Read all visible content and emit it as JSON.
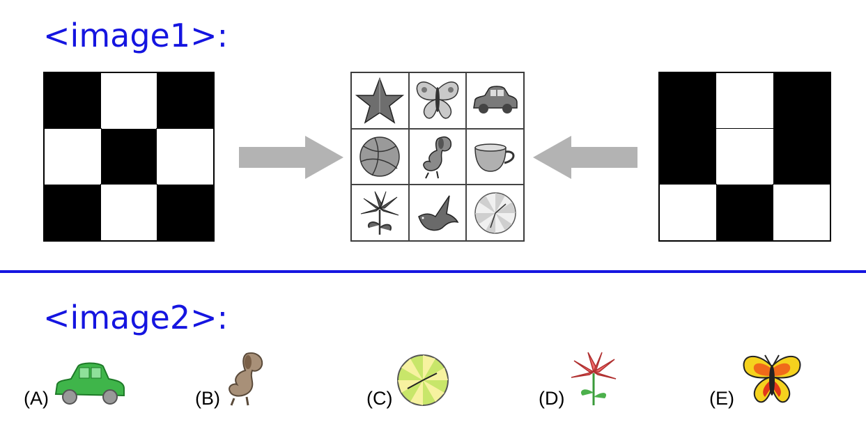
{
  "image1": {
    "label": "<image1>:",
    "left_mask": [
      [
        0,
        1,
        0
      ],
      [
        1,
        0,
        1
      ],
      [
        0,
        1,
        0
      ]
    ],
    "right_mask": [
      [
        0,
        1,
        0
      ],
      [
        0,
        1,
        0
      ],
      [
        1,
        0,
        1
      ]
    ],
    "grid_items": [
      "star",
      "butterfly",
      "car",
      "ball",
      "dog",
      "cup",
      "flower",
      "bird",
      "clock"
    ]
  },
  "image2": {
    "label": "<image2>:",
    "options": [
      {
        "label": "(A)",
        "icon": "car-icon",
        "color": "#3fb54a"
      },
      {
        "label": "(B)",
        "icon": "dog-icon",
        "color": "#a89078"
      },
      {
        "label": "(C)",
        "icon": "clock-icon",
        "color": "#c8e66a"
      },
      {
        "label": "(D)",
        "icon": "flower-icon",
        "color": "#f26a6a"
      },
      {
        "label": "(E)",
        "icon": "butterfly-icon",
        "color": "#f5d21e"
      }
    ]
  },
  "colors": {
    "accent": "#1515e0",
    "arrow": "#b3b3b3"
  }
}
